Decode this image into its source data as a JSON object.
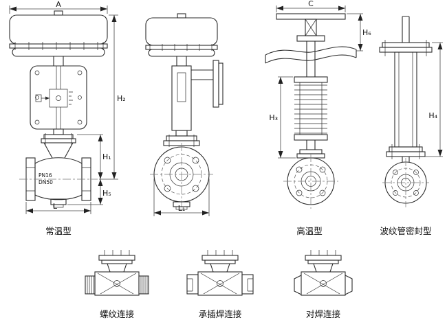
{
  "dimensions": {
    "A": "A",
    "C": "C",
    "H1": "H₁",
    "H2": "H₂",
    "H3": "H₃",
    "H4": "H₄",
    "H5": "H₅",
    "H6": "H₆",
    "L": "L",
    "L1": "L₁"
  },
  "body_markings": {
    "pn": "PN16",
    "dn": "DN50"
  },
  "captions": {
    "normal_temp": "常温型",
    "high_temp": "高温型",
    "bellows_seal": "波纹管密封型",
    "threaded": "螺纹连接",
    "socket_weld": "承插焊连接",
    "butt_weld": "对焊连接"
  },
  "colors": {
    "line": "#2b2b2b",
    "dimension_line": "#444444",
    "background": "#ffffff"
  }
}
